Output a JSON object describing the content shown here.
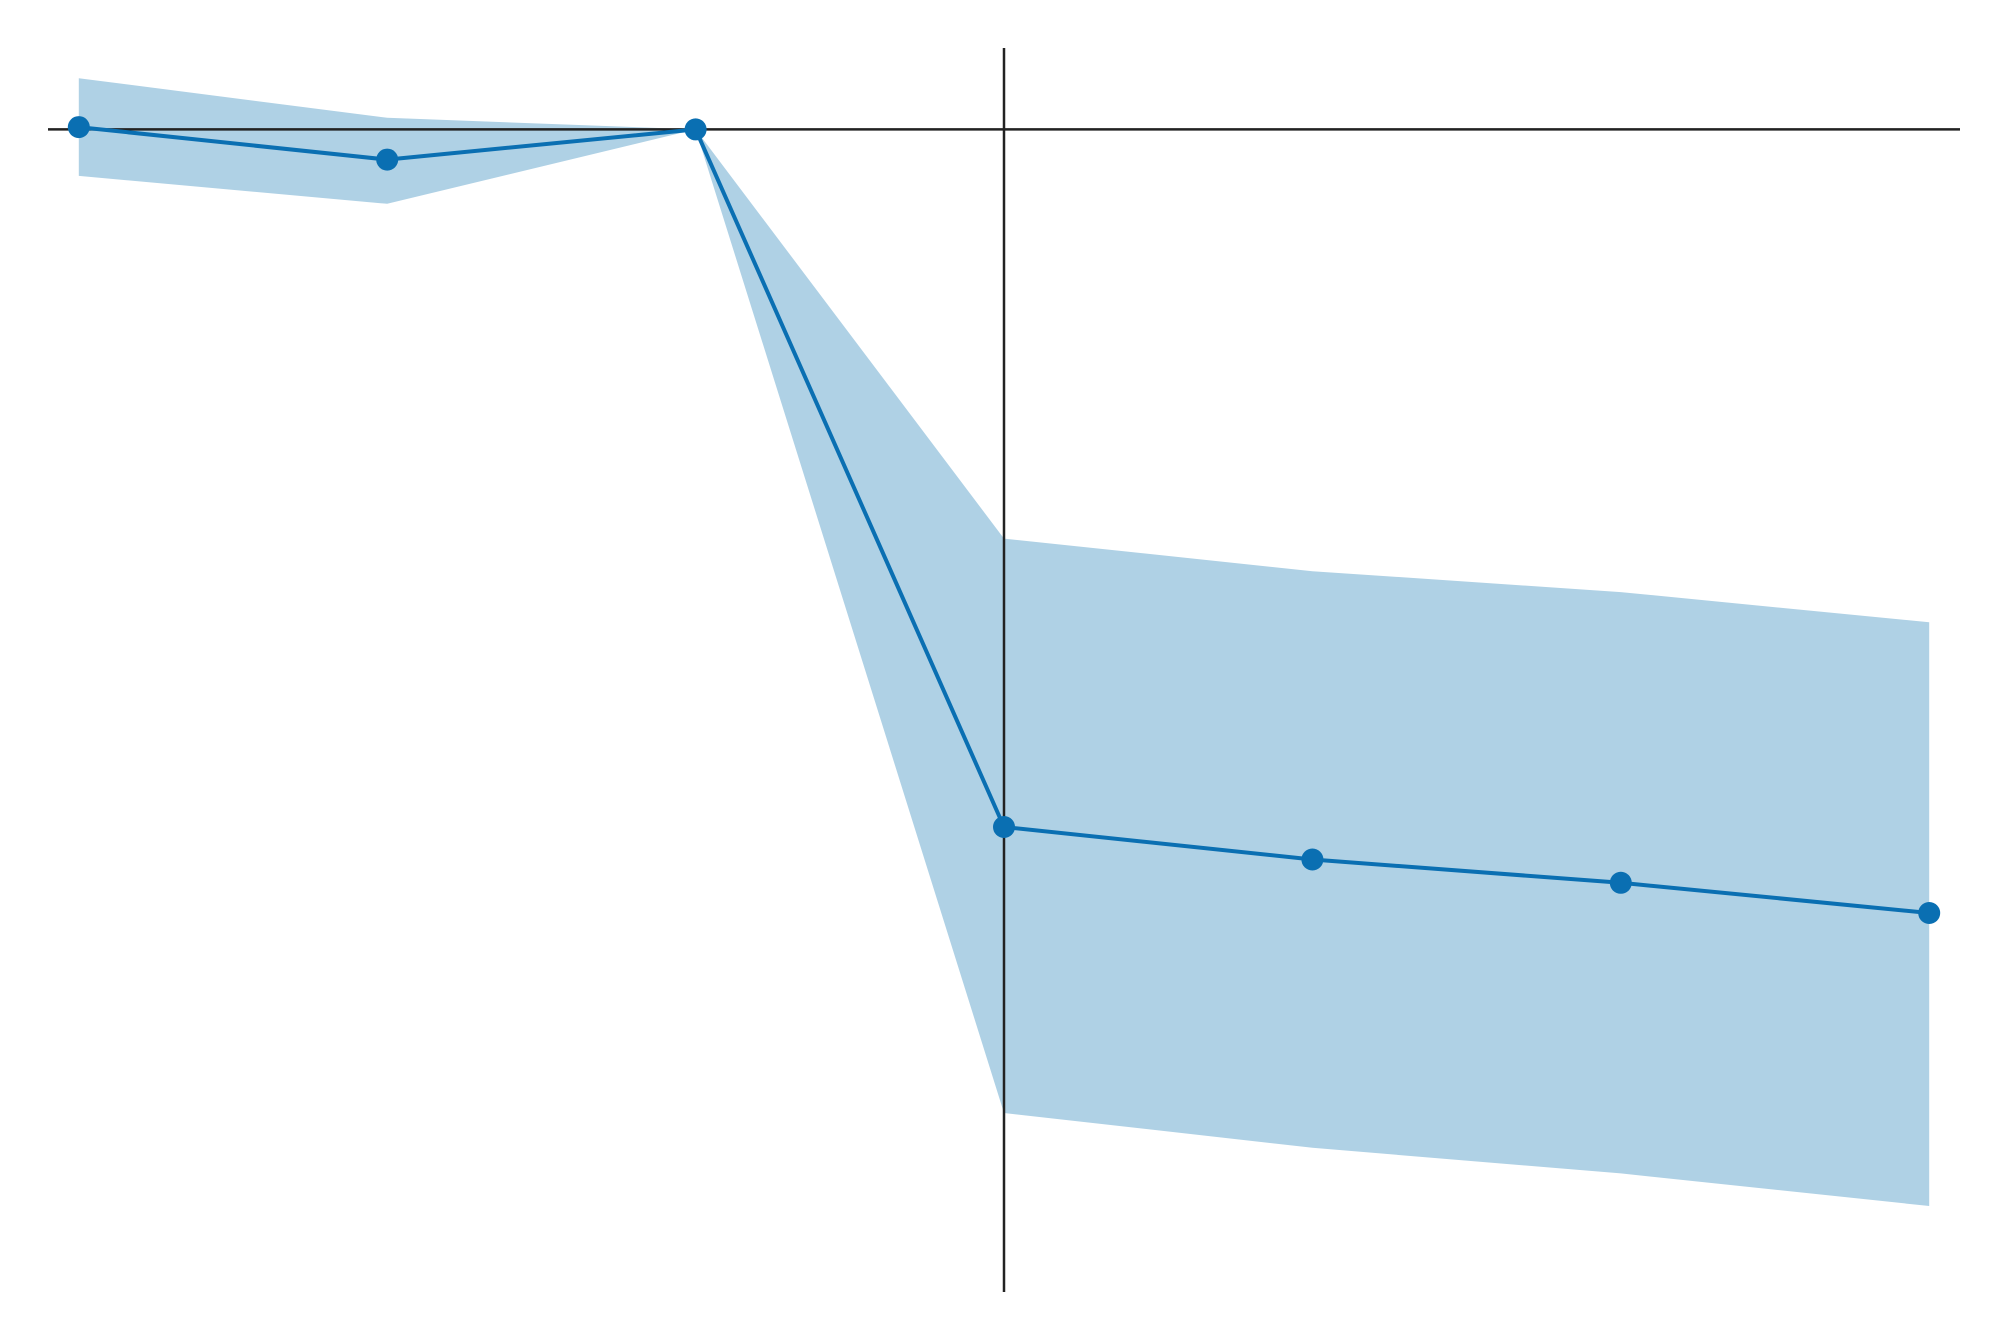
{
  "chart_data": {
    "type": "line",
    "title": "",
    "xlabel": "",
    "ylabel": "",
    "x": [
      -3,
      -2,
      -1,
      0,
      1,
      2,
      3
    ],
    "series": [
      {
        "values": [
          0.01,
          -0.13,
          0.0,
          -3.0,
          -3.14,
          -3.24,
          -3.37
        ],
        "ci_lower": [
          -0.2,
          -0.32,
          0.0,
          -4.23,
          -4.38,
          -4.49,
          -4.63
        ],
        "ci_upper": [
          0.22,
          0.05,
          0.0,
          -1.76,
          -1.9,
          -1.99,
          -2.12
        ]
      }
    ],
    "xlim": [
      -3.1,
      3.1
    ],
    "ylim": [
      -5.0,
      0.35
    ],
    "reference_lines": {
      "horizontal": 0,
      "vertical": 0
    },
    "grid": false,
    "legend": "none",
    "colors": {
      "line": "#0a6fb2",
      "band": "#afd1e5",
      "axes": "#222222"
    }
  }
}
